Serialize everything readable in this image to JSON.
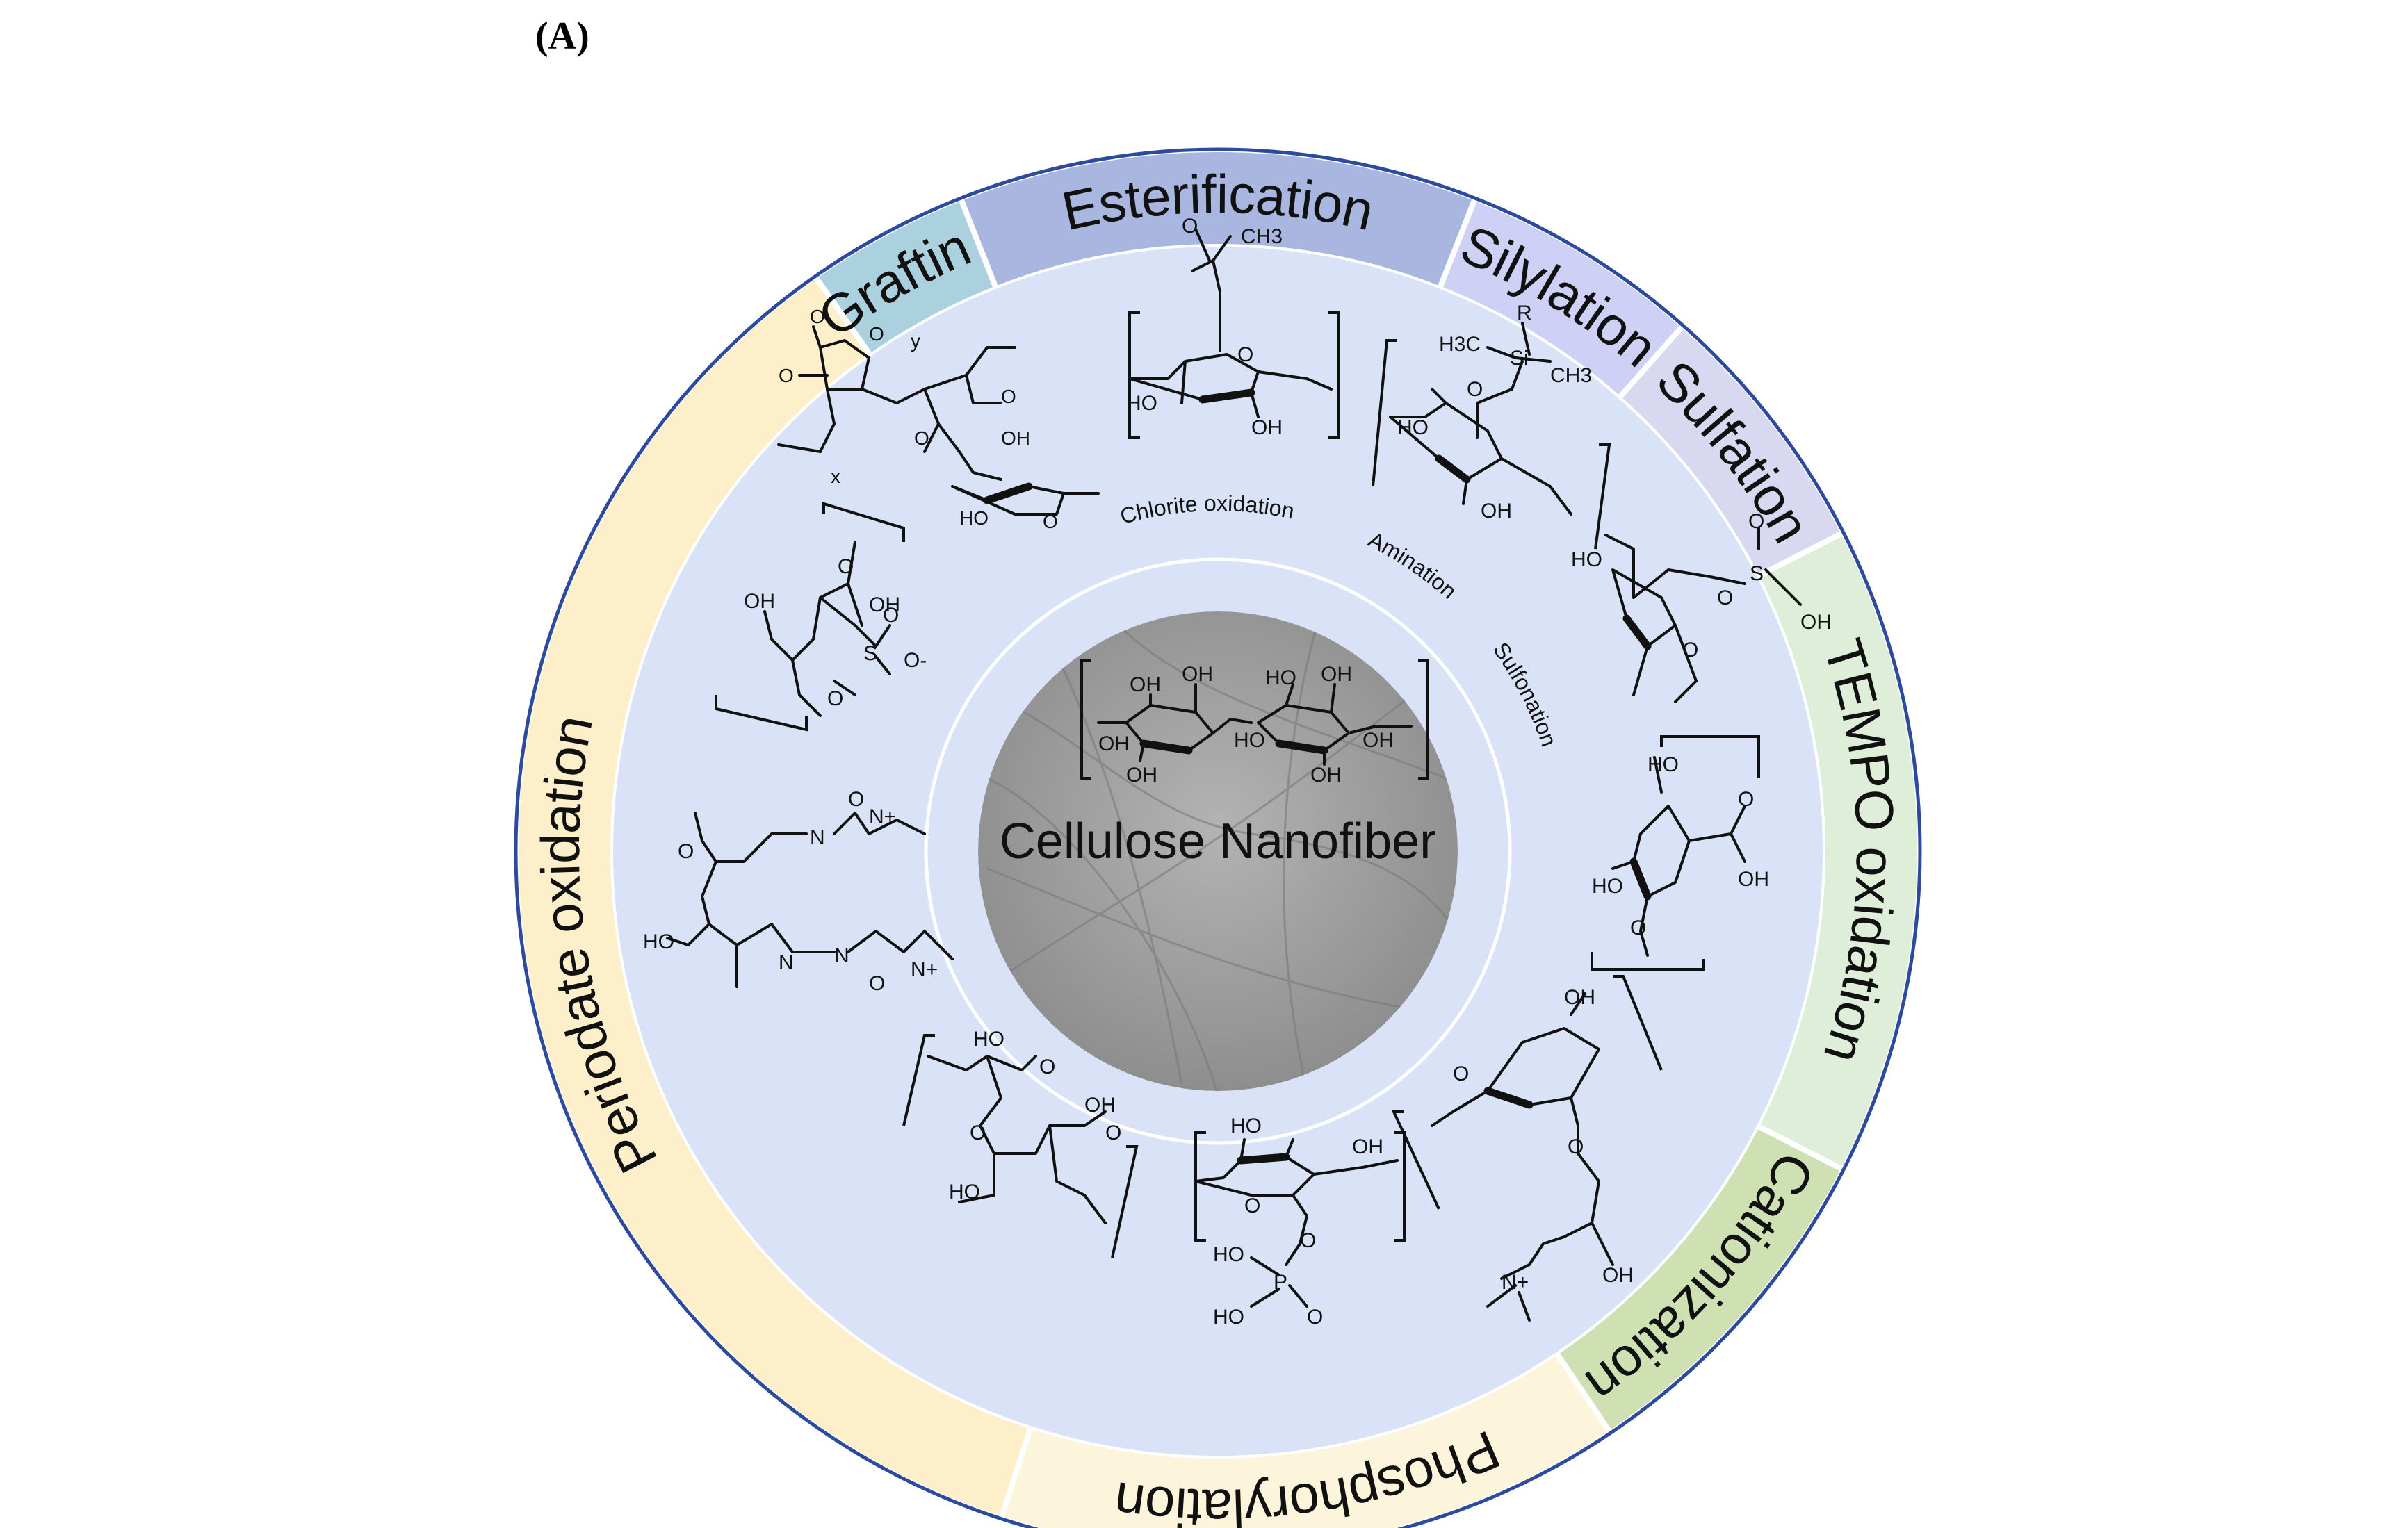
{
  "panel_label": "(A)",
  "center": {
    "title": "Cellulose Nanofiber",
    "unit_labels": [
      "OH",
      "OH",
      "OH",
      "OH",
      "HO",
      "OH",
      "HO",
      "OH",
      "OH"
    ]
  },
  "segments": [
    {
      "label": "Esterification",
      "color": "#a9b7e0"
    },
    {
      "label": "Silylation",
      "color": "#cfd0f6"
    },
    {
      "label": "Sulfation",
      "color": "#d8d9f0"
    },
    {
      "label": "TEMPO oxidation",
      "color": "#dfeed8"
    },
    {
      "label": "Cationization",
      "color": "#cfe0b3"
    },
    {
      "label": "Phosphorylation",
      "color": "#fdf4dc"
    },
    {
      "label": "Periodate oxidation",
      "color": "#fcefc9"
    },
    {
      "label": "Grafting",
      "color": "#abd1df"
    }
  ],
  "inner_labels": [
    "Sulfonation",
    "Amination",
    "Chlorite oxidation"
  ],
  "colors": {
    "ring_border": "#2c4a9e",
    "inner_disc": "#d9e2f6",
    "inner_ring_line": "#ffffff",
    "center_disc": "#a6a6a6"
  },
  "structures": {
    "esterification": {
      "labels": [
        "O",
        "CH3",
        "O",
        "HO",
        "OH"
      ]
    },
    "silylation": {
      "labels": [
        "R",
        "H3C",
        "Si",
        "CH3",
        "O",
        "HO",
        "OH"
      ]
    },
    "sulfation": {
      "labels": [
        "HO",
        "O",
        "S",
        "O",
        "OH",
        "O"
      ]
    },
    "tempo": {
      "labels": [
        "HO",
        "O",
        "OH",
        "HO",
        "O"
      ]
    },
    "cationization": {
      "labels": [
        "OH",
        "O",
        "O",
        "N+",
        "OH"
      ]
    },
    "phosphorylation": {
      "labels": [
        "HO",
        "OH",
        "O",
        "O",
        "HO",
        "P",
        "O",
        "HO"
      ]
    },
    "chlorite": {
      "labels": [
        "HO",
        "O",
        "OH",
        "O",
        "O",
        "HO"
      ]
    },
    "periodate": {
      "labels": [
        "O",
        "N",
        "O",
        "N+",
        "HO",
        "N",
        "N",
        "O",
        "N+"
      ]
    },
    "sulfonation": {
      "labels": [
        "OH",
        "O",
        "S",
        "O",
        "O-",
        "OH",
        "O"
      ]
    },
    "grafting": {
      "labels": [
        "O",
        "O",
        "O",
        "y",
        "x",
        "O",
        "OH",
        "O",
        "HO",
        "O"
      ]
    }
  }
}
